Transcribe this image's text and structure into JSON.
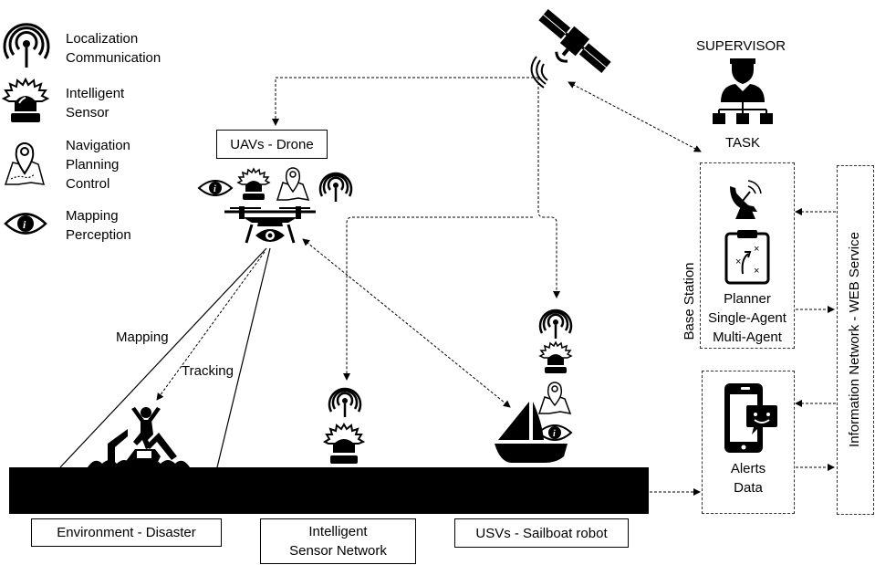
{
  "legend": [
    {
      "icon": "antenna-icon",
      "label": "Localization\nCommunication"
    },
    {
      "icon": "sensor-siren-icon",
      "label": "Intelligent\nSensor"
    },
    {
      "icon": "map-pin-icon",
      "label": "Navigation\nPlanning\nControl"
    },
    {
      "icon": "eye-icon",
      "label": "Mapping\nPerception"
    }
  ],
  "uav_label": "UAVs - Drone",
  "supervisor_label": "SUPERVISOR",
  "task_label": "TASK",
  "base_station_label": "Base Station",
  "planner_label": "Planner\nSingle-Agent\nMulti-Agent",
  "alerts_label": "Alerts\nData",
  "info_network_label": "Information Network - WEB Service",
  "mapping_label": "Mapping",
  "tracking_label": "Tracking",
  "env_label": "Environment - Disaster",
  "sensor_network_label": "Intelligent\nSensor Network",
  "usv_label": "USVs - Sailboat robot"
}
